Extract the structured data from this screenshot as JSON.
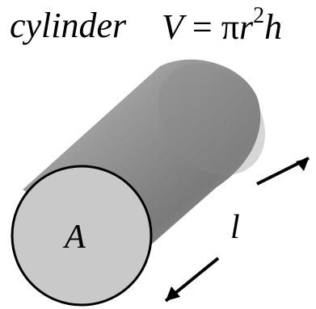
{
  "title": {
    "word": "cylinder",
    "volume_symbol": "V",
    "equals": "=",
    "pi": "π",
    "radius": "r",
    "exponent": "2",
    "height": "h"
  },
  "labels": {
    "area": "A",
    "length": "l"
  },
  "colors": {
    "face": "#c9c9c9",
    "body_light": "#b8b8b8",
    "body_dark": "#6f6f6f",
    "outline": "#000000"
  }
}
